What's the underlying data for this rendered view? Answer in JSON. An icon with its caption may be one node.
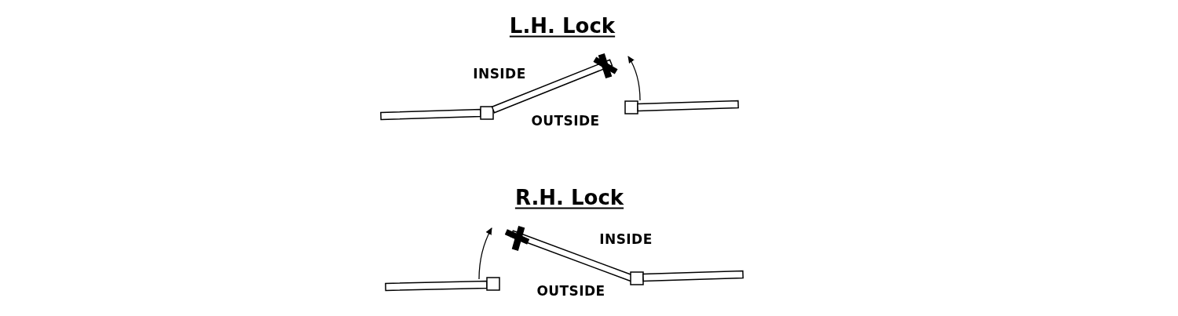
{
  "diagram": {
    "labels": [
      "L.H. Lock",
      "INSIDE",
      "OUTSIDE",
      "R.H. Lock",
      "INSIDE",
      "OUTSIDE"
    ]
  }
}
